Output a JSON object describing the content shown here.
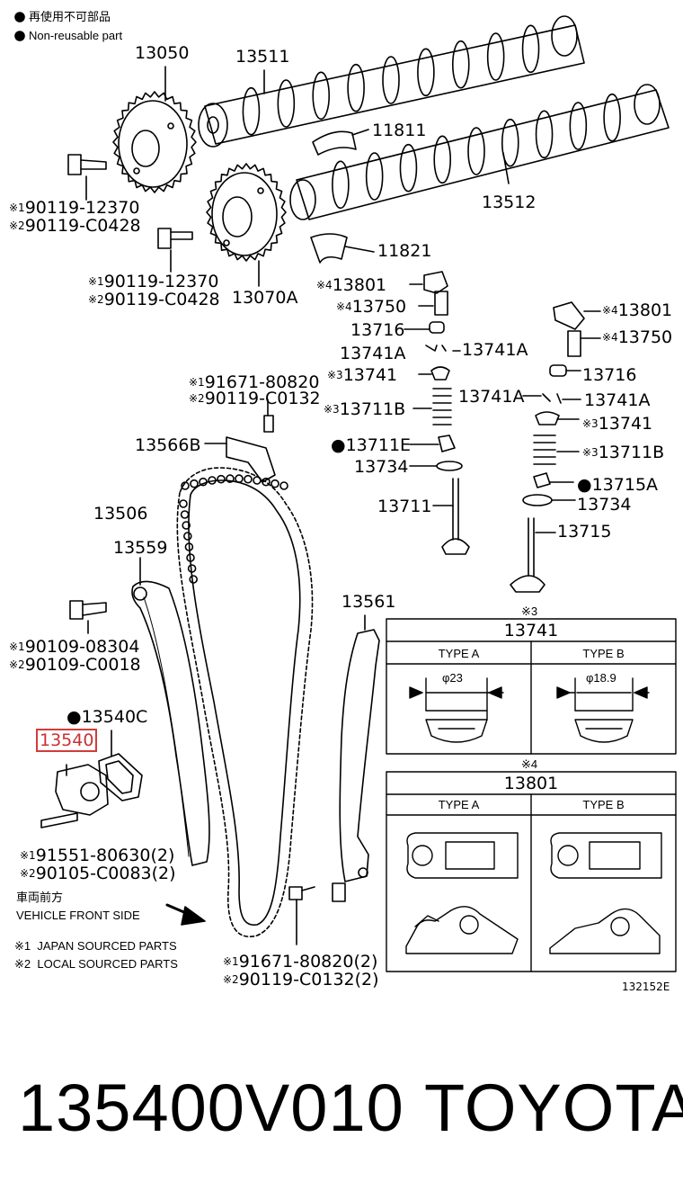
{
  "legend": {
    "reuse_jp": "再使用不可部品",
    "reuse_en": "Non-reusable part"
  },
  "parts": {
    "p13050": "13050",
    "p13511": "13511",
    "p11811": "11811",
    "p13512": "13512",
    "p11821": "11821",
    "p13070A": "13070A",
    "b1_1": "90119-12370",
    "b1_2": "90119-C0428",
    "b2_1": "90119-12370",
    "b2_2": "90119-C0428",
    "l_13801": "13801",
    "l_13750": "13750",
    "l_13716": "13716",
    "l_13741A_a": "13741A",
    "l_13741A_b": "13741A",
    "l_13741": "13741",
    "l_13711B": "13711B",
    "l_13711E": "13711E",
    "l_13734": "13734",
    "l_13711": "13711",
    "r_13801": "13801",
    "r_13750": "13750",
    "r_13716": "13716",
    "r_13741A_a": "13741A",
    "r_13741A_b": "13741A",
    "r_13741": "13741",
    "r_13711B": "13711B",
    "r_13715A": "13715A",
    "r_13734": "13734",
    "r_13715": "13715",
    "g_91671": "91671-80820",
    "g_90119": "90119-C0132",
    "p13566B": "13566B",
    "p13506": "13506",
    "p13559": "13559",
    "b3_1": "90109-08304",
    "b3_2": "90109-C0018",
    "p13540C": "13540C",
    "p13540": "13540",
    "b4_1": "91551-80630(2)",
    "b4_2": "90105-C0083(2)",
    "p13561": "13561",
    "b5_1": "91671-80820(2)",
    "b5_2": "90119-C0132(2)"
  },
  "marks": {
    "m1": "※1",
    "m2": "※2",
    "m3": "※3",
    "m4": "※4"
  },
  "table1": {
    "mark": "※3",
    "title": "13741",
    "type_a": "TYPE A",
    "type_b": "TYPE B",
    "dim_a": "φ23",
    "dim_b": "φ18.9"
  },
  "table2": {
    "mark": "※4",
    "title": "13801",
    "type_a": "TYPE A",
    "type_b": "TYPE B"
  },
  "notes": {
    "front_jp": "車両前方",
    "front_en": "VEHICLE FRONT SIDE",
    "japan": "JAPAN SOURCED PARTS",
    "local": "LOCAL SOURCED PARTS"
  },
  "diagram_id": "132152E",
  "caption": {
    "part_number": "135400V010",
    "brand": "TOYOTA"
  }
}
